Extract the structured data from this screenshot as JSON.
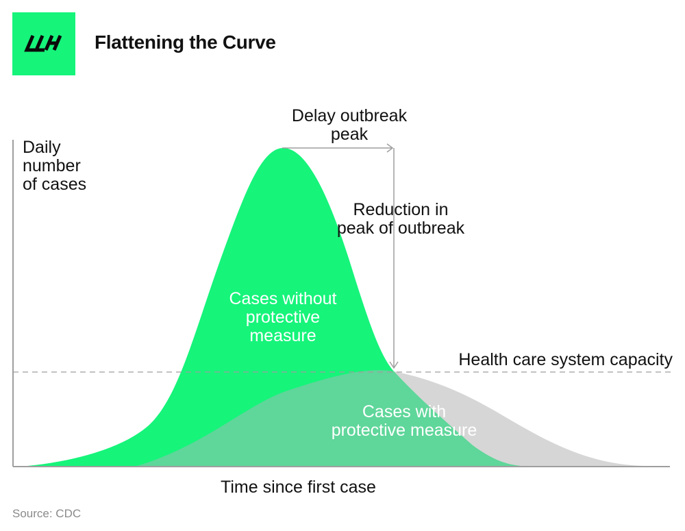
{
  "header": {
    "logo_text": "LH",
    "title": "Flattening the Curve"
  },
  "colors": {
    "accent": "#16f47a",
    "gray_curve": "#d6d6d6",
    "overlap": "#5fd69a",
    "axis": "#9e9e9e",
    "capacity_line": "#9e9e9e"
  },
  "diagram": {
    "y_axis_label": "Daily\nnumber\nof cases",
    "x_axis_label": "Time since first case",
    "delay_label": "Delay outbreak\npeak",
    "reduction_label": "Reduction in\npeak of outbreak",
    "without_label": "Cases without\nprotective\nmeasure",
    "with_label": "Cases with\nprotective measure",
    "capacity_label": "Health care system capacity"
  },
  "footer": {
    "source": "Source: CDC"
  }
}
